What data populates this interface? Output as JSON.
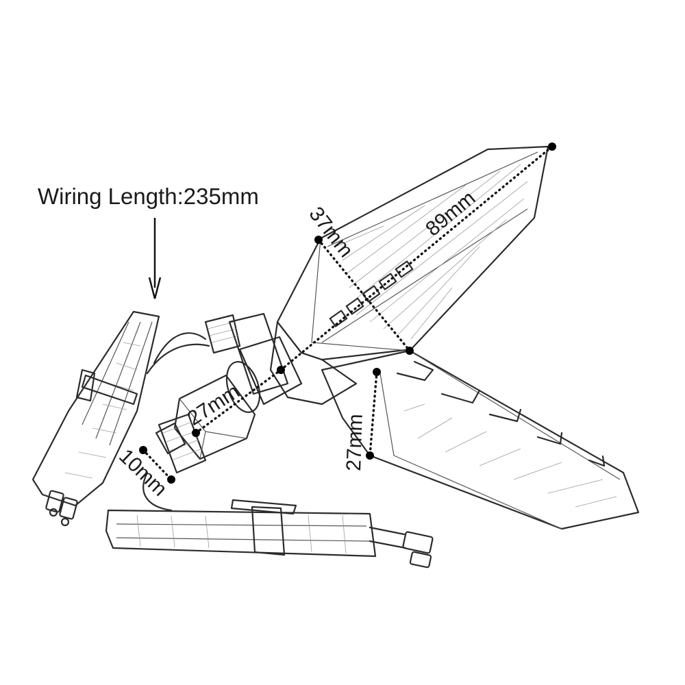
{
  "figure": {
    "wiring_label": "Wiring Length:235mm",
    "dimensions": {
      "length": "89mm",
      "width": "37mm",
      "bolt_length": "27mm",
      "rear_height": "27mm",
      "bolt_diameter": "10mm"
    }
  },
  "colors": {
    "line": "#2b2b2b",
    "marker": "#000000",
    "background": "#ffffff"
  }
}
